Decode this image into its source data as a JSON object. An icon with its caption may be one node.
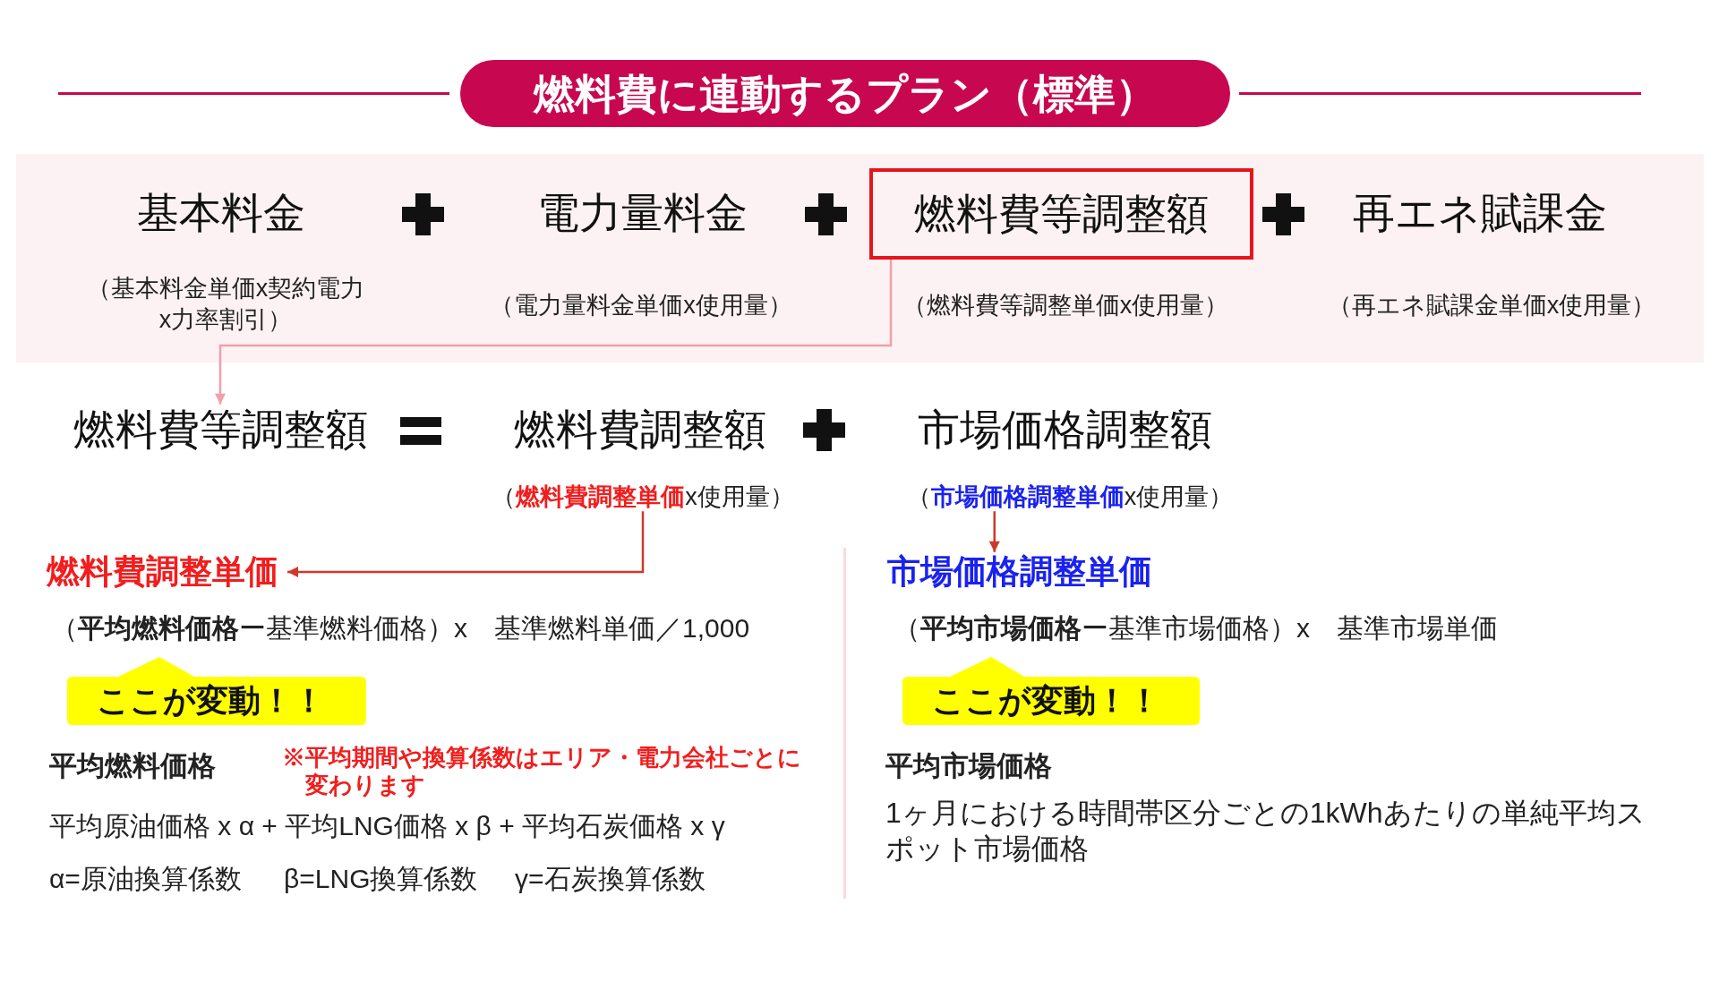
{
  "diagram": {
    "title": "燃料費に連動するプラン（標準）",
    "nodes": [
      {
        "text": [],
        "shape": "band"
      },
      {
        "text": [
          "燃料費等調整額"
        ],
        "beside": [
          "（燃料費等調整単価x使用量）"
        ],
        "in": 0
      },
      {
        "text": [
          "燃料費等調整額"
        ]
      },
      {
        "text": [
          "（**燃料費調整単価**x使用量）"
        ]
      },
      {
        "text": [
          "（**市場価格調整単価**x使用量）"
        ]
      },
      {
        "text": [
          "燃料費調整単価"
        ]
      },
      {
        "text": [
          "ここが変動！！"
        ]
      },
      {
        "text": [
          "市場価格調整単価"
        ]
      },
      {
        "text": [
          "ここが変動！！"
        ]
      }
    ],
    "edges": [
      {
        "from": 1,
        "to": 2,
        "arrow": "to",
        "color": "#f0a0aa"
      },
      {
        "from": 3,
        "to": 5,
        "arrow": "to"
      },
      {
        "from": 4,
        "to": 7,
        "arrow": "to"
      }
    ],
    "labels": [
      "基本料金",
      "（基本料金単価x契約電力x力率割引）",
      "電力量料金",
      "（電力量料金単価x使用量）",
      "再エネ賦課金",
      "（再エネ賦課金単価x使用量）",
      "燃料費調整額",
      "市場価格調整額",
      "（**平均燃料価格**ー基準燃料価格）x　基準燃料単価／1,000",
      "平均燃料価格",
      "※平均期間や換算係数はエリア・電力会社ごとに変わります",
      "平均原油価格 x α + 平均LNG価格 x β + 平均石炭価格 x γ",
      "α=原油換算係数",
      "β=LNG換算係数",
      "γ=石炭換算係数",
      "（**平均市場価格**ー基準市場価格）x　基準市場単価",
      "平均市場価格",
      "1ヶ月における時間帯区分ごとの1kWhあたりの単純平均スポット市場価格"
    ]
  }
}
